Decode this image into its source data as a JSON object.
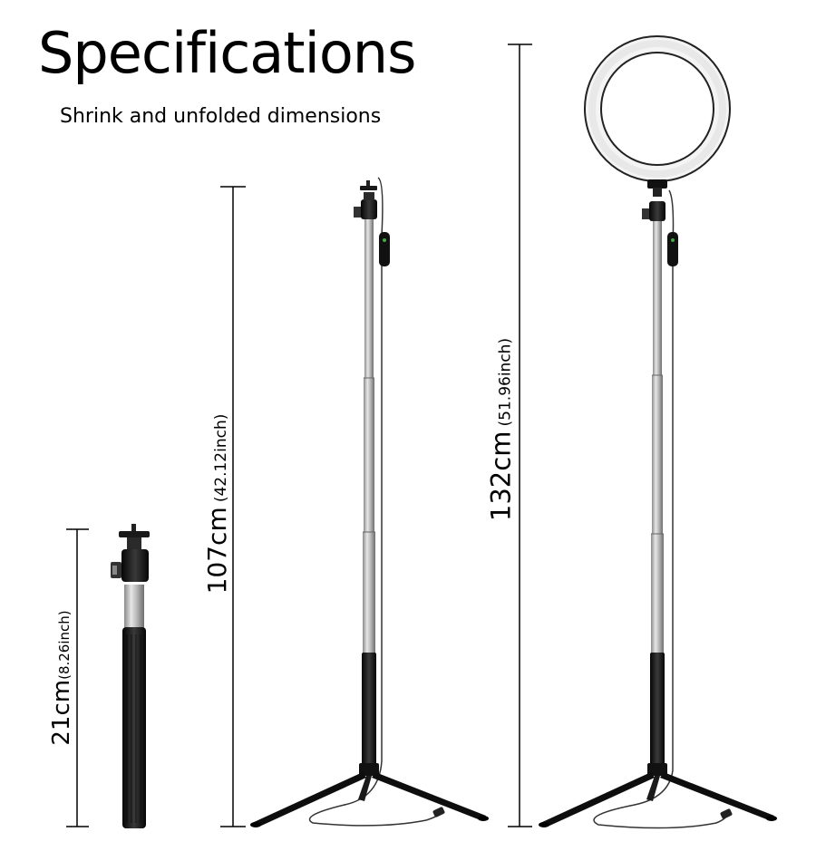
{
  "header": {
    "title": "Specifications",
    "subtitle": "Shrink and unfolded dimensions"
  },
  "dimensions": [
    {
      "name": "shrink",
      "value": "21cm",
      "imperial": "(8.26inch)"
    },
    {
      "name": "tripod-extended",
      "value": "107cm",
      "imperial": "(42.12inch)"
    },
    {
      "name": "with-ring-light",
      "value": "132cm",
      "imperial": "(51.96inch)"
    }
  ],
  "colors": {
    "background": "#ffffff",
    "text": "#000000",
    "pole_silver": "#c8c8c8",
    "black_parts": "#141414"
  }
}
